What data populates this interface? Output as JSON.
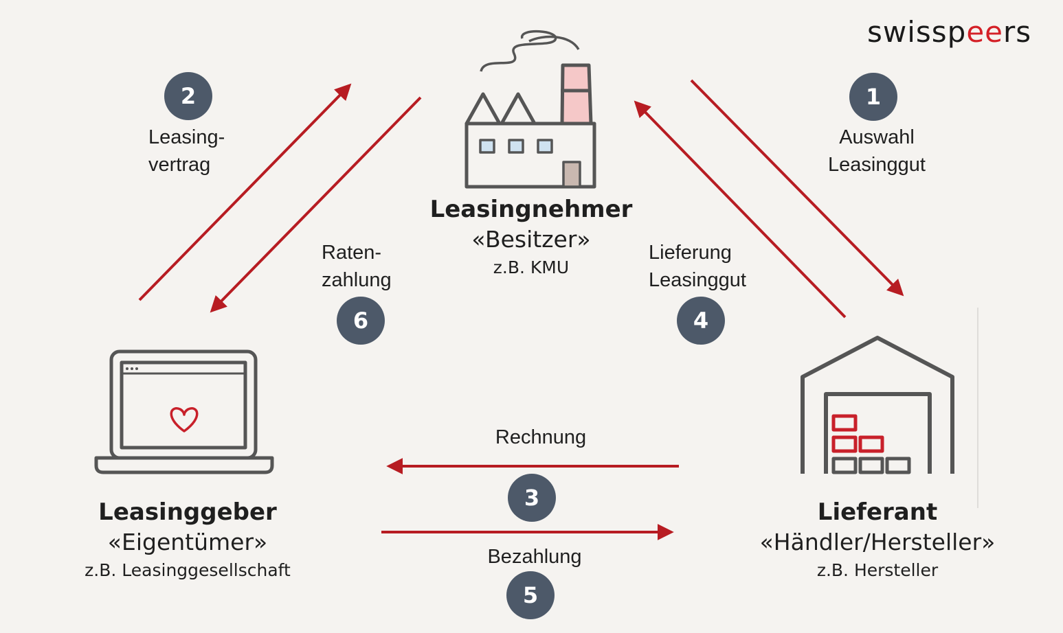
{
  "brand": {
    "text_pre": "swissp",
    "text_accent": "ee",
    "text_post": "rs"
  },
  "colors": {
    "arrow": "#b71c22",
    "badge": "#4d5969",
    "background": "#f5f3f0",
    "icon_stroke": "#555555",
    "accent_red": "#c8202a",
    "chimney_fill": "#f5c8c8",
    "window_fill": "#cfe2f0",
    "door_fill": "#c9b8b0"
  },
  "parties": {
    "lessee": {
      "name": "Leasingnehmer",
      "role": "«Besitzer»",
      "example": "z.B. KMU",
      "icon": "factory-icon"
    },
    "lessor": {
      "name": "Leasinggeber",
      "role": "«Eigentümer»",
      "example": "z.B. Leasinggesellschaft",
      "icon": "laptop-heart-icon"
    },
    "supplier": {
      "name": "Lieferant",
      "role": "«Händler/Hersteller»",
      "example": "z.B. Hersteller",
      "icon": "warehouse-icon"
    }
  },
  "steps": [
    {
      "number": "1",
      "lines": [
        "Auswahl",
        "Leasinggut"
      ]
    },
    {
      "number": "2",
      "lines": [
        "Leasing-",
        "vertrag"
      ]
    },
    {
      "number": "3",
      "lines": [
        "Rechnung"
      ]
    },
    {
      "number": "4",
      "lines": [
        "Lieferung",
        "Leasinggut"
      ]
    },
    {
      "number": "5",
      "lines": [
        "Bezahlung"
      ]
    },
    {
      "number": "6",
      "lines": [
        "Raten-",
        "zahlung"
      ]
    }
  ]
}
